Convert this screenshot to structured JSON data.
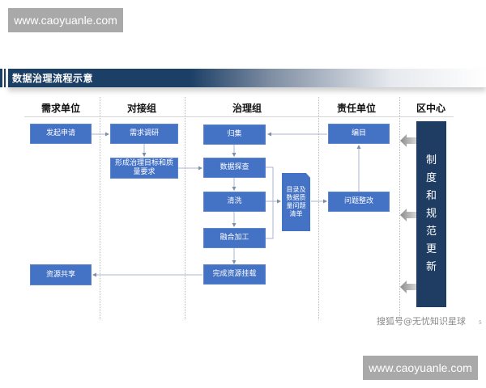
{
  "watermarks": {
    "top": "www.caoyuanle.com",
    "bottom": "www.caoyuanle.com"
  },
  "title": "数据治理流程示意",
  "columns": [
    "需求单位",
    "对接组",
    "治理组",
    "责任单位",
    "区中心"
  ],
  "nodes": {
    "initiate": "发起申请",
    "research": "需求调研",
    "goals": "形成治理目标和质量要求",
    "collect": "归集",
    "explore": "数据探查",
    "clean": "清洗",
    "fuse": "融合加工",
    "mount": "完成资源挂载",
    "share": "资源共享",
    "catalog": "编目",
    "rectify": "问题整改",
    "issue_list": "目录及数据质量问题清单"
  },
  "side_panel": {
    "chars": [
      "制",
      "度",
      "和",
      "规",
      "范",
      "更",
      "新"
    ]
  },
  "footer": {
    "source": "搜狐号@无忧知识星球",
    "page": "5"
  },
  "colors": {
    "node": "#4472c4",
    "title_bar": "#1c3f66",
    "side_panel": "#1f3d63"
  }
}
